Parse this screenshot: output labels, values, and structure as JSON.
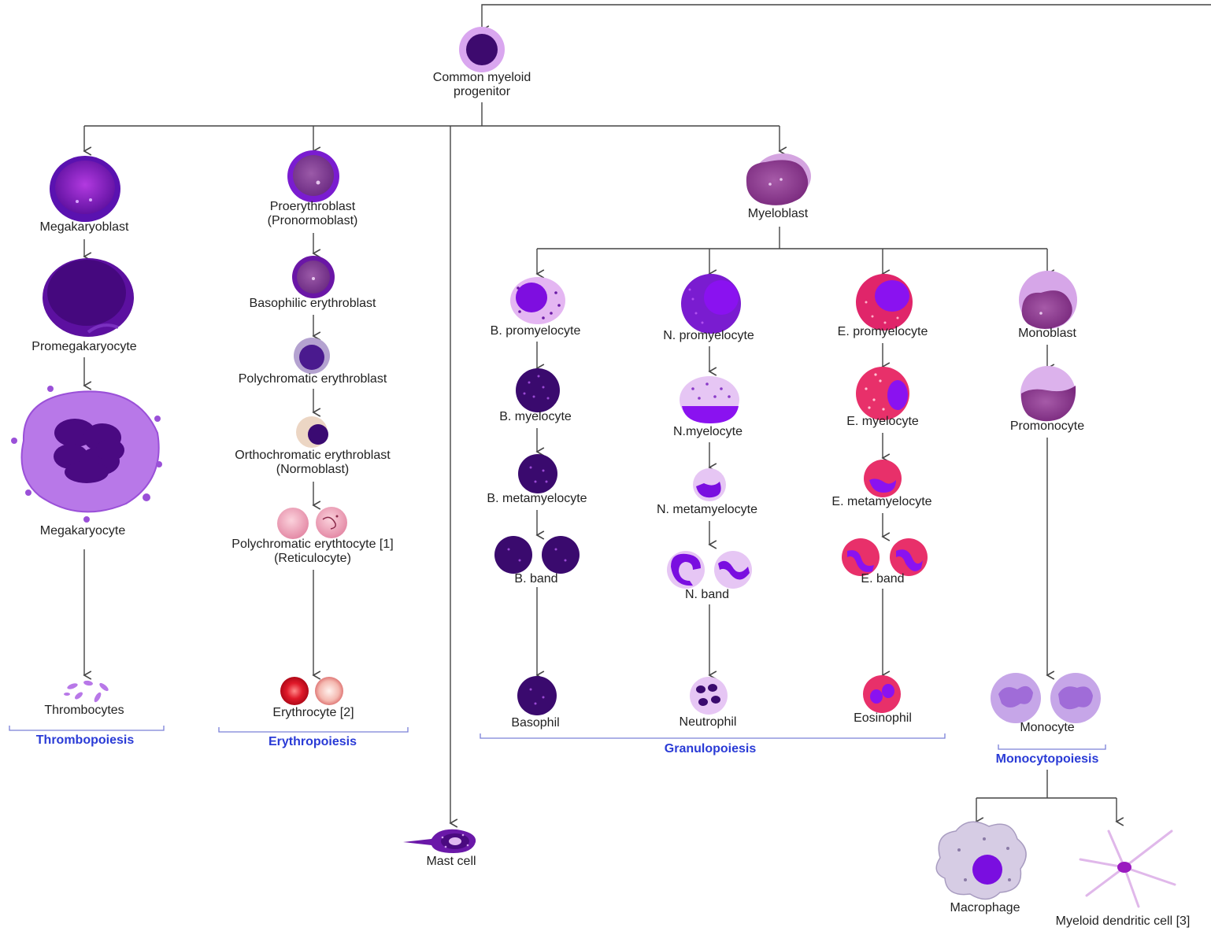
{
  "labels": {
    "cmp_1": "Common myeloid",
    "cmp_2": "progenitor",
    "megakaryoblast": "Megakaryoblast",
    "promegakaryocyte": "Promegakaryocyte",
    "megakaryocyte": "Megakaryocyte",
    "thrombocytes": "Thrombocytes",
    "proerythroblast_1": "Proerythroblast",
    "proerythroblast_2": "(Pronormoblast)",
    "basophilic_erythroblast": "Basophilic erythroblast",
    "polychromatic_erythroblast": "Polychromatic erythroblast",
    "orthochromatic_1": "Orthochromatic erythroblast",
    "orthochromatic_2": "(Normoblast)",
    "reticulocyte_1": "Polychromatic erythtocyte [1]",
    "reticulocyte_2": "(Reticulocyte)",
    "erythrocyte": "Erythrocyte [2]",
    "mast_cell": "Mast cell",
    "myeloblast": "Myeloblast",
    "b_promyelocyte": "B. promyelocyte",
    "b_myelocyte": "B. myelocyte",
    "b_metamyelocyte": "B. metamyelocyte",
    "b_band": "B. band",
    "basophil": "Basophil",
    "n_promyelocyte": "N. promyelocyte",
    "n_myelocyte": "N.myelocyte",
    "n_metamyelocyte": "N. metamyelocyte",
    "n_band": "N. band",
    "neutrophil": "Neutrophil",
    "e_promyelocyte": "E. promyelocyte",
    "e_myelocyte": "E. myelocyte",
    "e_metamyelocyte": "E. metamyelocyte",
    "e_band": "E. band",
    "eosinophil": "Eosinophil",
    "monoblast": "Monoblast",
    "promonocyte": "Promonocyte",
    "monocyte": "Monocyte",
    "macrophage": "Macrophage",
    "myeloid_dendritic": "Myeloid dendritic cell [3]"
  },
  "groups": {
    "thrombopoiesis": "Thrombopoiesis",
    "erythropoiesis": "Erythropoiesis",
    "granulopoiesis": "Granulopoiesis",
    "monocytopoiesis": "Monocytopoiesis"
  },
  "colors": {
    "line": "#444444",
    "bracket": "#7a80d8",
    "group_text": "#2a3bd6",
    "cytoplasm": "#a64de0",
    "nucleus": "#4a0a80",
    "myeloid": "#9c4a96",
    "eosin_red": "#e0256a",
    "rbc": "#e01a2a"
  }
}
